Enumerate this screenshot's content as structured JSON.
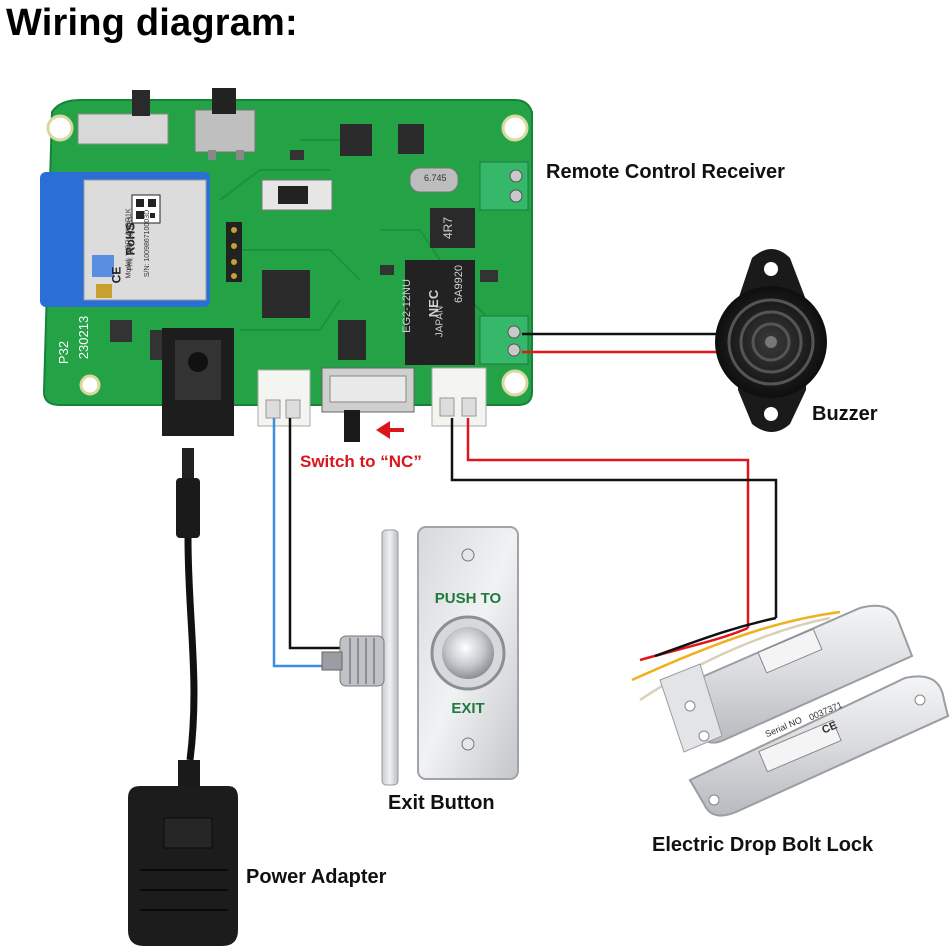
{
  "title": "Wiring diagram:",
  "labels": {
    "receiver": "Remote Control Receiver",
    "buzzer": "Buzzer",
    "switch_note": "Switch to “NC”",
    "exit_button": "Exit Button",
    "power_adapter": "Power Adapter",
    "lock": "Electric Drop Bolt Lock"
  },
  "board_print": {
    "module_brand": "WBR1",
    "rohs": "RoHS",
    "ce": "CE",
    "model": "Model: WBR1/WBR1K",
    "pn": "P/N: 2151100163",
    "sn": "S/N: 100986710003D",
    "board_id": "P32",
    "board_date": "230213",
    "crystal": "6.745",
    "inductor": "4R7",
    "relay_model": "EG2-12NU",
    "relay_brand": "NEC",
    "relay_country": "JAPAN",
    "relay_code": "6A9920"
  },
  "exit_plate": {
    "top_text": "PUSH TO",
    "bottom_text": "EXIT"
  },
  "lock_print": {
    "serial_label": "Serial NO",
    "serial_value": "0037371",
    "ce": "CE"
  },
  "colors": {
    "board_green": "#23a346",
    "wire_red": "#e0161c",
    "wire_blue": "#3d8fe0",
    "wire_black": "#111111",
    "note_red": "#d9161c"
  }
}
